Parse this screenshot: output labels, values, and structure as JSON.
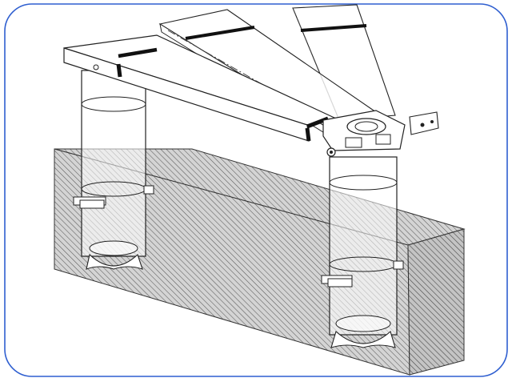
{
  "figure": {
    "subject": "engineering-illustration",
    "colors": {
      "frame": "#2f5fd0",
      "line": "#222222",
      "ground_fill": "#d9d9d9",
      "hatch": "#555555",
      "band": "#111111",
      "background": "#ffffff"
    },
    "elements": [
      "rounded-frame",
      "ground-block",
      "hatching",
      "left-column",
      "right-column",
      "left-base-cap",
      "right-base-cap",
      "left-collar",
      "right-collar",
      "main-beam",
      "raised-beam-1",
      "raised-beam-2",
      "hinge-assembly",
      "hinge-bracket"
    ]
  }
}
